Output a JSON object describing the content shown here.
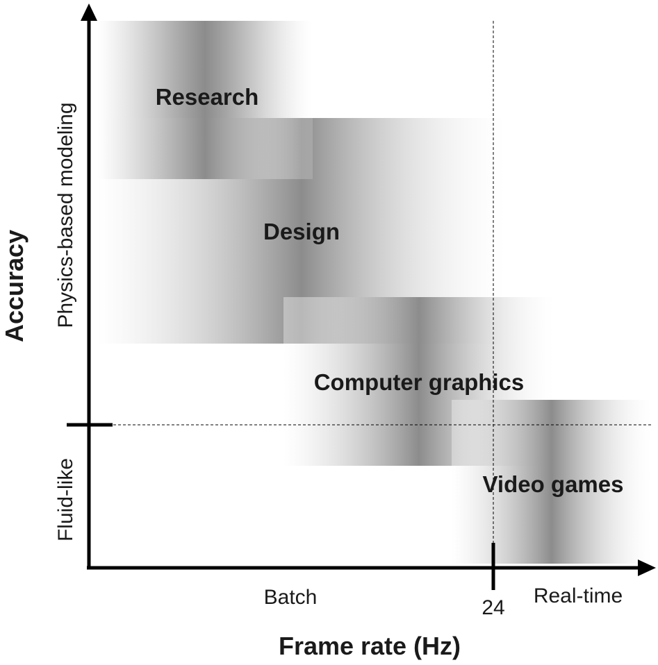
{
  "diagram": {
    "x_axis": {
      "title": "Frame rate (Hz)",
      "zones": [
        "Batch",
        "Real-time"
      ],
      "threshold_label": "24"
    },
    "y_axis": {
      "title": "Accuracy",
      "zones": [
        "Physics-based modeling",
        "Fluid-like"
      ]
    },
    "regions": [
      {
        "key": "research",
        "label": "Research"
      },
      {
        "key": "design",
        "label": "Design"
      },
      {
        "key": "computer_graphics",
        "label": "Computer graphics"
      },
      {
        "key": "video_games",
        "label": "Video games"
      }
    ],
    "colors": {
      "axis": "#000000",
      "band_dark": "#8c8c8c",
      "band_light": "#ffffff"
    }
  }
}
